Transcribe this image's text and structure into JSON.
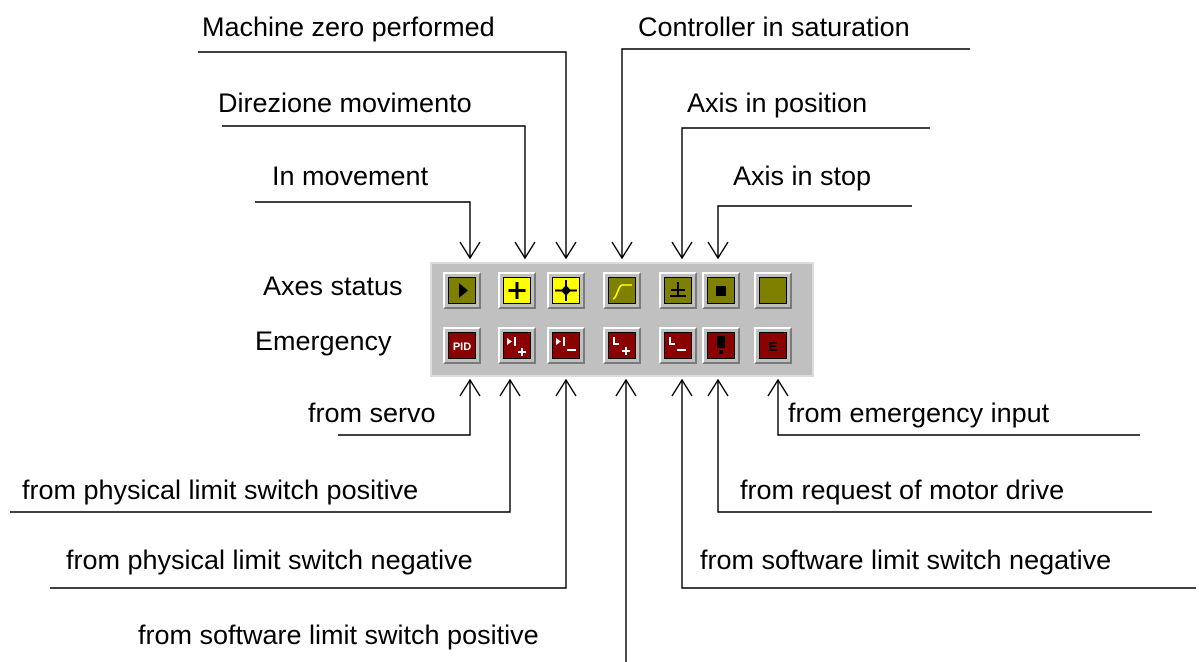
{
  "labels": {
    "machine_zero": "Machine zero performed",
    "controller_saturation": "Controller in saturation",
    "direction": "Direzione movimento",
    "axis_in_position": "Axis in position",
    "in_movement": "In movement",
    "axis_in_stop": "Axis in stop",
    "axes_status": "Axes status",
    "emergency": "Emergency",
    "from_servo": "from servo",
    "from_emergency_input": "from emergency input",
    "from_phys_limit_pos": "from physical limit switch positive",
    "from_motor_drive": "from request of motor drive",
    "from_phys_limit_neg": "from physical limit switch negative",
    "from_sw_limit_neg": "from software limit switch negative",
    "from_sw_limit_pos": "from software limit switch positive"
  },
  "colors": {
    "status_off": "#7f7f00",
    "status_on": "#ffff00",
    "emergency": "#8b0000",
    "panel": "#c0c0c0"
  },
  "status_icons": [
    {
      "name": "play-icon",
      "active": false
    },
    {
      "name": "plus-icon",
      "active": true
    },
    {
      "name": "crosshair-icon",
      "active": true
    },
    {
      "name": "saturation-curve-icon",
      "active": false
    },
    {
      "name": "in-position-icon",
      "active": false
    },
    {
      "name": "stop-square-icon",
      "active": false
    },
    {
      "name": "blank-icon",
      "active": false
    }
  ],
  "emergency_icons": [
    {
      "name": "pid-icon",
      "text": "PID"
    },
    {
      "name": "phys-limit-positive-icon",
      "text": ""
    },
    {
      "name": "phys-limit-negative-icon",
      "text": ""
    },
    {
      "name": "sw-limit-positive-icon",
      "text": ""
    },
    {
      "name": "sw-limit-negative-icon",
      "text": ""
    },
    {
      "name": "motor-drive-request-icon",
      "text": ""
    },
    {
      "name": "emergency-input-icon",
      "text": "E"
    }
  ]
}
